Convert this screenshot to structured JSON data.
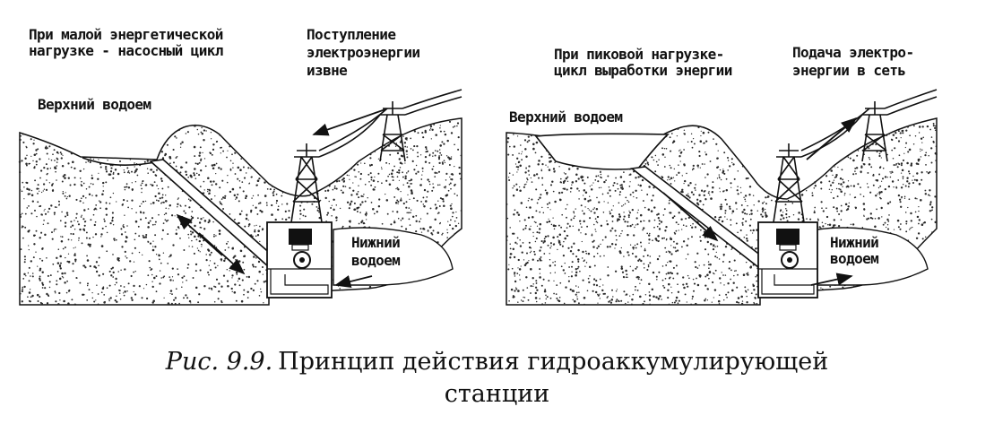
{
  "colors": {
    "ink": "#111111",
    "paper": "#ffffff",
    "stipple": "#2a2a2a"
  },
  "left_panel": {
    "mode_line1": "При малой энергетической",
    "mode_line2": "нагрузке - насосный цикл",
    "power_line1": "Поступление",
    "power_line2": "электроэнергии",
    "power_line3": "извне",
    "upper_reservoir": "Верхний водоем",
    "lower_line1": "Нижний",
    "lower_line2": "водоем"
  },
  "right_panel": {
    "mode_line1": "При пиковой нагрузке-",
    "mode_line2": "цикл выработки энергии",
    "power_line1": "Подача электро-",
    "power_line2": "энергии в сеть",
    "upper_reservoir": "Верхний водоем",
    "lower_line1": "Нижний",
    "lower_line2": "водоем"
  },
  "caption": {
    "number": "Рис. 9.9.",
    "line1": "Принцип действия гидроаккумулирующей",
    "line2": "станции"
  },
  "icons": [
    "transmission-tower-icon",
    "pump-turbine-icon",
    "flow-arrow-icon"
  ]
}
